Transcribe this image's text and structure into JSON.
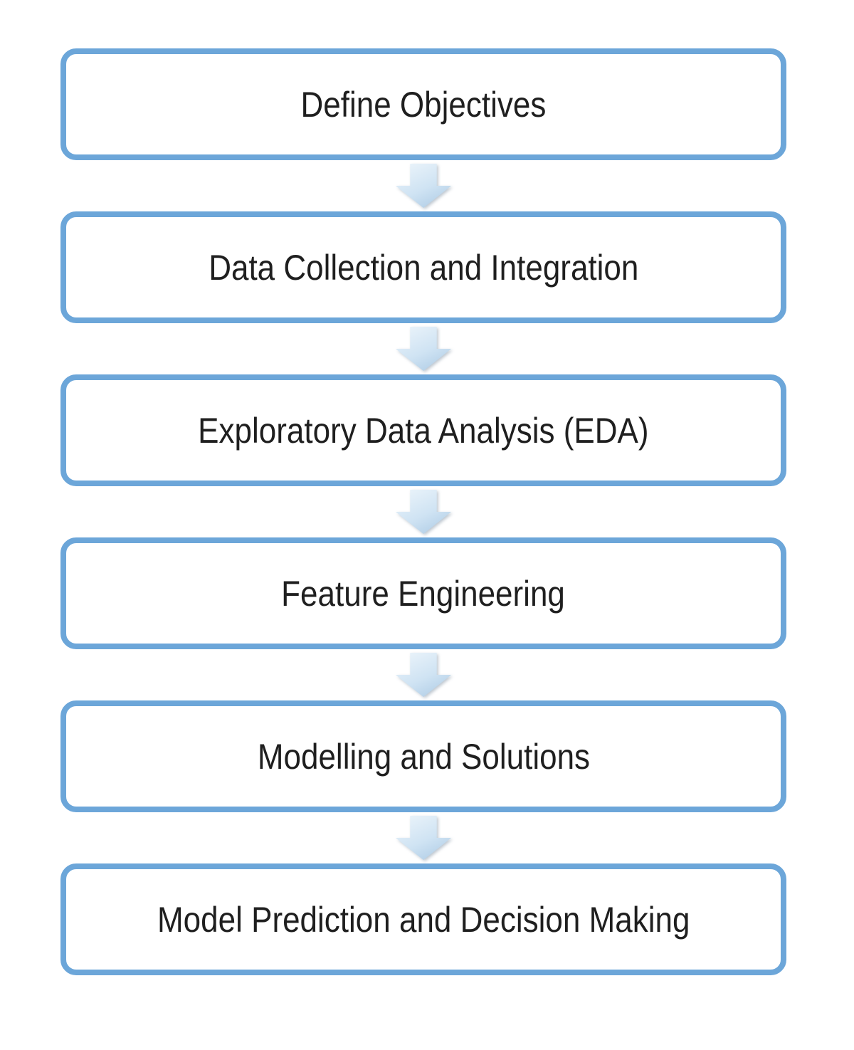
{
  "diagram": {
    "type": "flowchart",
    "orientation": "top-to-bottom",
    "connector_style": "block-down-arrow",
    "steps": [
      {
        "label": "Define Objectives"
      },
      {
        "label": "Data Collection and Integration"
      },
      {
        "label": "Exploratory Data Analysis (EDA)"
      },
      {
        "label": "Feature Engineering"
      },
      {
        "label": "Modelling and Solutions"
      },
      {
        "label": "Model Prediction and Decision Making"
      }
    ],
    "colors": {
      "box_border": "#6CA6D9",
      "box_fill": "#FFFFFF",
      "text": "#1F1F1F",
      "arrow_light": "#EDF5FB",
      "arrow_mid": "#CFE3F3",
      "arrow_dark": "#A9C8E3",
      "background": "#FFFFFF"
    }
  }
}
